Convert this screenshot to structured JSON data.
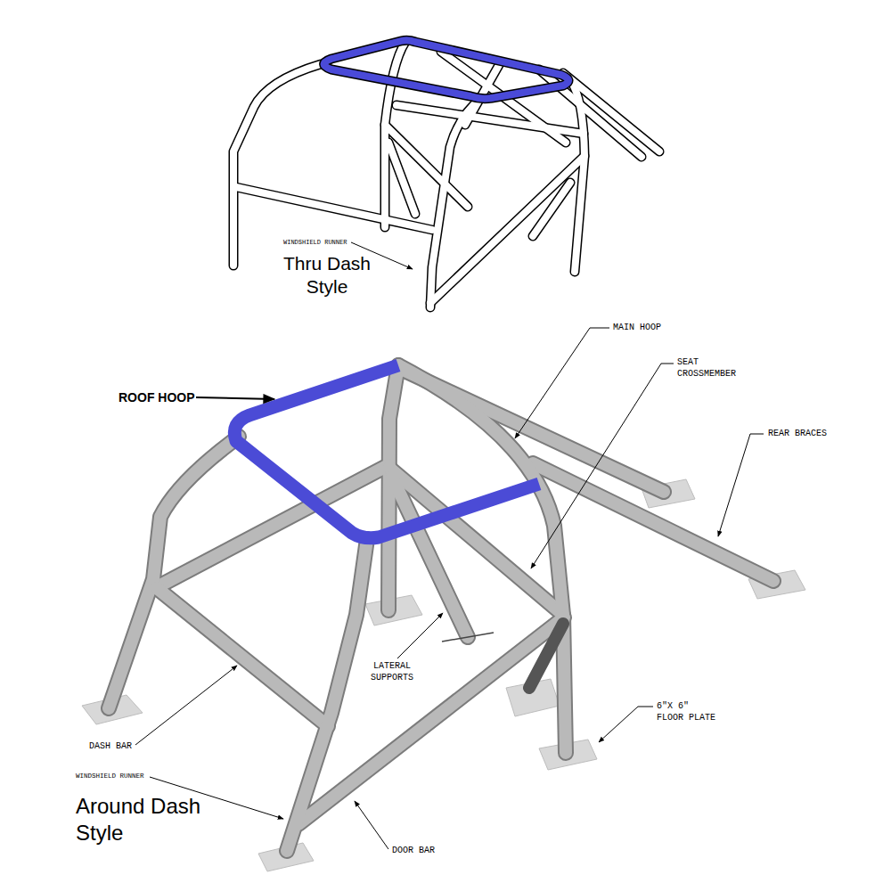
{
  "diagram": {
    "labels": [
      "WINDSHIELD RUNNER",
      "Thru Dash Style",
      "ROOF HOOP",
      "MAIN HOOP",
      "SEAT CROSSMEMBER",
      "REAR BRACES",
      "LATERAL SUPPORTS",
      "6\"X 6\" FLOOR PLATE",
      "DASH BAR",
      "WINDSHIELD RUNNER",
      "Around Dash Style",
      "DOOR BAR"
    ]
  }
}
